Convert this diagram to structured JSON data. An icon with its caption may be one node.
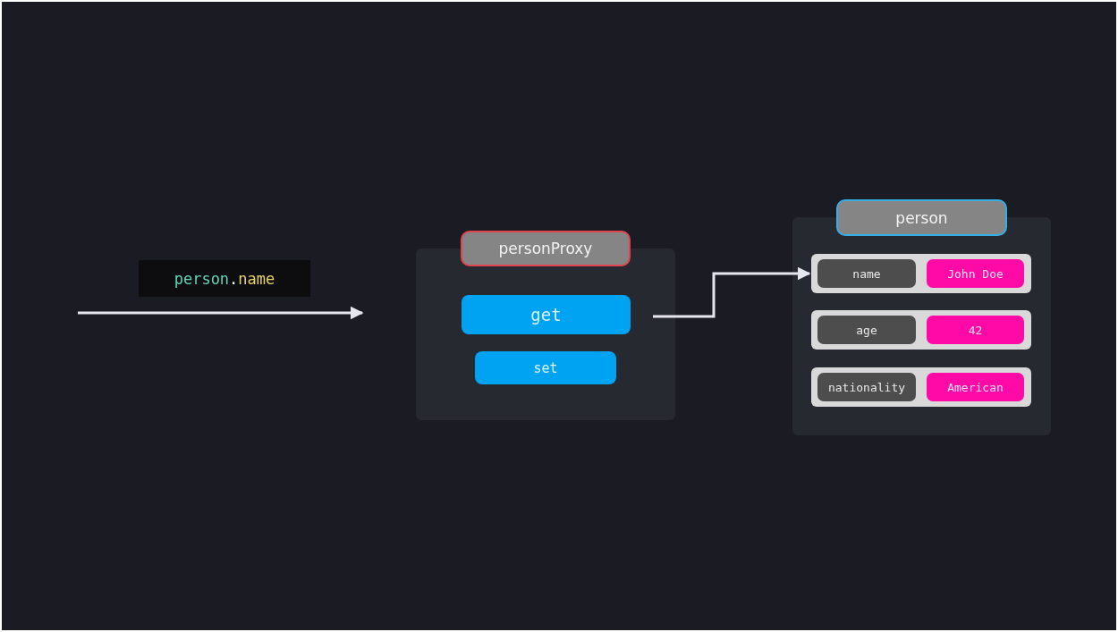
{
  "diagram": {
    "nodes": [
      {
        "text": [
          "personProxy"
        ]
      },
      {
        "text": [
          "get"
        ],
        "in": 0
      },
      {
        "text": [
          "set"
        ],
        "in": 0
      },
      {
        "text": [
          "person"
        ]
      },
      {
        "text": [
          "name",
          "John Doe"
        ],
        "in": 3
      },
      {
        "text": [
          "age",
          "42"
        ],
        "in": 3
      },
      {
        "text": [
          "nationality",
          "American"
        ],
        "in": 3
      }
    ],
    "edges": [
      {
        "from": null,
        "to": 0,
        "arrow": "to",
        "label": "person.name"
      },
      {
        "from": 1,
        "to": 4,
        "arrow": "to"
      }
    ]
  }
}
